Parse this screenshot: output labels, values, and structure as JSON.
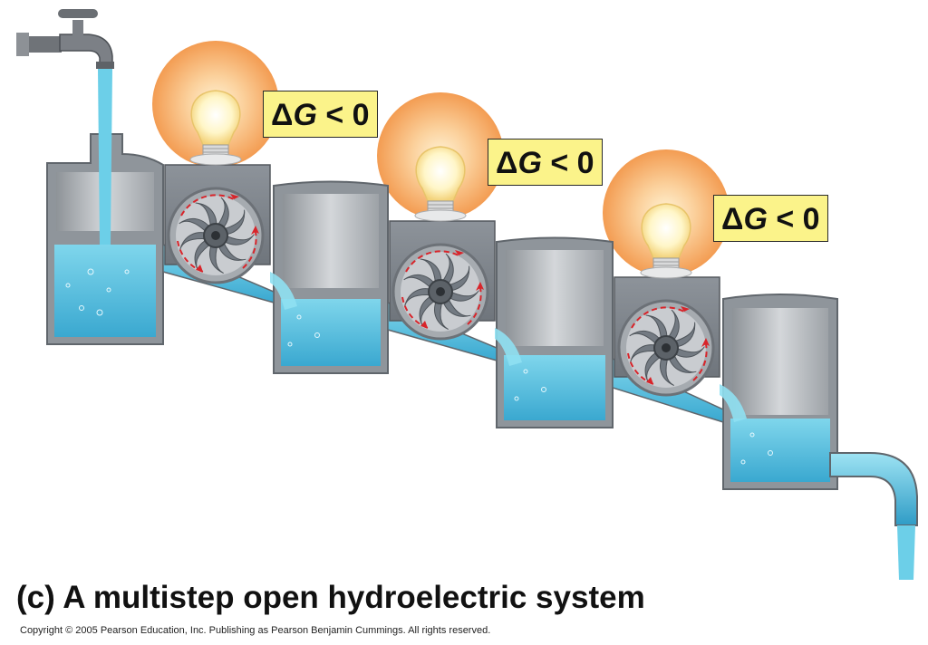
{
  "labels": [
    {
      "delta": "Δ",
      "g": "G",
      "rest": " < 0"
    },
    {
      "delta": "Δ",
      "g": "G",
      "rest": " < 0"
    },
    {
      "delta": "Δ",
      "g": "G",
      "rest": " < 0"
    }
  ],
  "caption": "(c) A multistep open hydroelectric system",
  "copyright": "Copyright © 2005 Pearson Education, Inc. Publishing as Pearson Benjamin Cummings. All rights reserved.",
  "colors": {
    "water": "#5fc3de",
    "water_dark": "#2e9dc4",
    "tank_wall": "#9aa1a8",
    "tank_inner": "#bfc3c7",
    "glow": "#f7b574",
    "label_bg": "#fbf38a",
    "arrow": "#d8242a"
  },
  "icons": [
    "faucet-icon",
    "lightbulb-icon",
    "turbine-icon",
    "rotation-arrow-icon"
  ]
}
